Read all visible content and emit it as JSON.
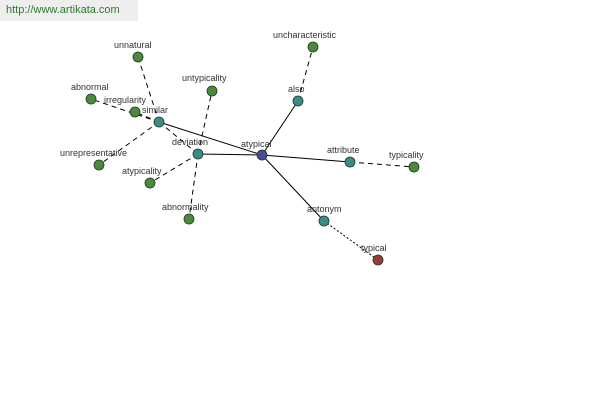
{
  "source_url": "http://www.artikata.com",
  "colors": {
    "center": "#4a4aa0",
    "relation": "#3d8a8a",
    "leaf": "#4a8a3a",
    "antonym_leaf": "#9a3a3a",
    "edge": "#000000"
  },
  "graph": {
    "nodes": [
      {
        "id": "atypical",
        "label": "atypical",
        "kind": "center"
      },
      {
        "id": "similar",
        "label": "similar",
        "kind": "relation"
      },
      {
        "id": "deviation",
        "label": "deviation",
        "kind": "relation"
      },
      {
        "id": "also",
        "label": "also",
        "kind": "relation"
      },
      {
        "id": "attribute",
        "label": "attribute",
        "kind": "relation"
      },
      {
        "id": "antonym",
        "label": "antonym",
        "kind": "relation"
      },
      {
        "id": "unnatural",
        "label": "unnatural",
        "kind": "leaf"
      },
      {
        "id": "abnormal",
        "label": "abnormal",
        "kind": "leaf"
      },
      {
        "id": "irregularity",
        "label": "irregularity",
        "kind": "leaf"
      },
      {
        "id": "unrepresentative",
        "label": "unrepresentative",
        "kind": "leaf"
      },
      {
        "id": "untypicality",
        "label": "untypicality",
        "kind": "leaf"
      },
      {
        "id": "atypicality",
        "label": "atypicality",
        "kind": "leaf"
      },
      {
        "id": "abnormality",
        "label": "abnormality",
        "kind": "leaf"
      },
      {
        "id": "uncharacteristic",
        "label": "uncharacteristic",
        "kind": "leaf"
      },
      {
        "id": "typicality",
        "label": "typicality",
        "kind": "leaf"
      },
      {
        "id": "typical",
        "label": "typical",
        "kind": "antonym_leaf"
      }
    ],
    "edges": [
      {
        "from": "atypical",
        "to": "similar",
        "style": "solid"
      },
      {
        "from": "atypical",
        "to": "deviation",
        "style": "solid"
      },
      {
        "from": "atypical",
        "to": "also",
        "style": "solid"
      },
      {
        "from": "atypical",
        "to": "attribute",
        "style": "solid"
      },
      {
        "from": "atypical",
        "to": "antonym",
        "style": "solid"
      },
      {
        "from": "similar",
        "to": "unnatural",
        "style": "dashed"
      },
      {
        "from": "similar",
        "to": "abnormal",
        "style": "dashed"
      },
      {
        "from": "similar",
        "to": "irregularity",
        "style": "dashed"
      },
      {
        "from": "similar",
        "to": "unrepresentative",
        "style": "dashed"
      },
      {
        "from": "similar",
        "to": "deviation",
        "style": "dashed"
      },
      {
        "from": "deviation",
        "to": "untypicality",
        "style": "dashed"
      },
      {
        "from": "deviation",
        "to": "atypicality",
        "style": "dashed"
      },
      {
        "from": "deviation",
        "to": "abnormality",
        "style": "dashed"
      },
      {
        "from": "also",
        "to": "uncharacteristic",
        "style": "dashed"
      },
      {
        "from": "attribute",
        "to": "typicality",
        "style": "dashed"
      },
      {
        "from": "antonym",
        "to": "typical",
        "style": "dotted"
      }
    ]
  }
}
